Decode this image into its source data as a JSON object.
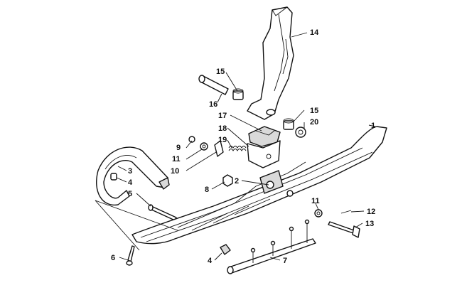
{
  "callouts": {
    "c1": "1",
    "c2": "2",
    "c3": "3",
    "c4a": "4",
    "c4b": "4",
    "c5": "5",
    "c6": "6",
    "c7": "7",
    "c8": "8",
    "c9": "9",
    "c10": "10",
    "c11a": "11",
    "c11b": "11",
    "c12": "12",
    "c13": "13",
    "c14": "14",
    "c15a": "15",
    "c15b": "15",
    "c16": "16",
    "c17": "17",
    "c18": "18",
    "c19": "19",
    "c20": "20"
  },
  "colors": {
    "line": "#111111",
    "background": "#ffffff"
  }
}
